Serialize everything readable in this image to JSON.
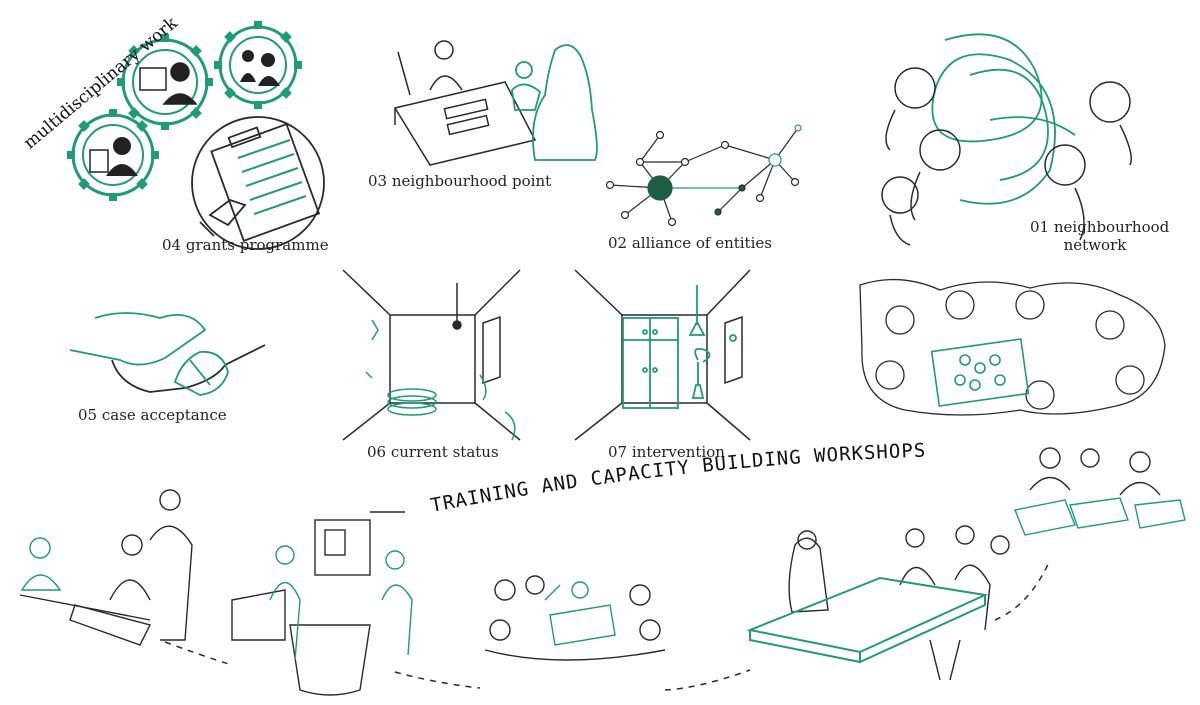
{
  "labels": {
    "multidisciplinary": "multidisciplinary work",
    "grants": "04 grants programme",
    "neighbourhood_point": "03 neighbourhood point",
    "alliance": "02 alliance of entities",
    "network_line1": "01 neighbourhood",
    "network_line2": "network",
    "case_acceptance": "05 case acceptance",
    "current_status": "06 current status",
    "intervention": "07 intervention",
    "workshops": "TRAINING AND CAPACITY BUILDING WORKSHOPS"
  },
  "colors": {
    "accent": "#1f9a7a",
    "ink": "#2a2a2a",
    "dark_node": "#1e5e46"
  }
}
